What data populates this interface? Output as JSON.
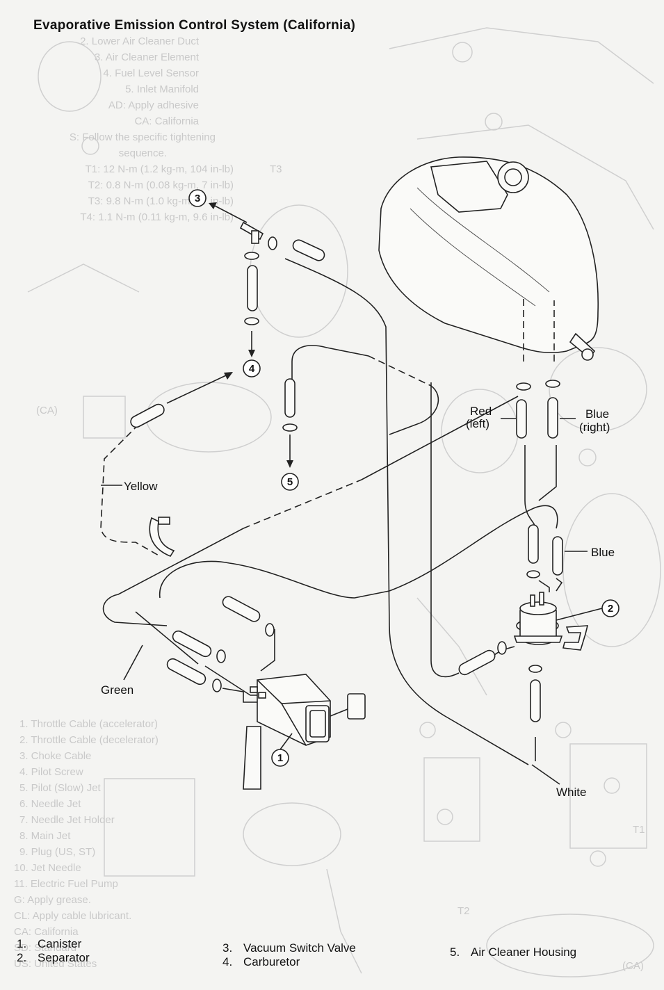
{
  "title": "Evaporative Emission Control System (California)",
  "hose_labels": {
    "red_left_1": "Red",
    "red_left_2": "(left)",
    "blue_right_1": "Blue",
    "blue_right_2": "(right)",
    "yellow": "Yellow",
    "blue": "Blue",
    "green": "Green",
    "white": "White"
  },
  "callouts": [
    "1",
    "2",
    "3",
    "4",
    "5"
  ],
  "legend": {
    "col1": [
      {
        "num": "1.",
        "label": "Canister"
      },
      {
        "num": "2.",
        "label": "Separator"
      }
    ],
    "col2": [
      {
        "num": "3.",
        "label": "Vacuum Switch Valve"
      },
      {
        "num": "4.",
        "label": "Carburetor"
      }
    ],
    "col3": [
      {
        "num": "5.",
        "label": "Air Cleaner Housing"
      }
    ]
  },
  "background_text": {
    "top_list": [
      "2.  Lower Air Cleaner Duct",
      "3.  Air Cleaner Element",
      "4.  Fuel Level Sensor",
      "5.  Inlet Manifold",
      "AD: Apply adhesive",
      "CA: California",
      "S:  Follow the specific tightening",
      "sequence.",
      "T1:  12 N-m (1.2 kg-m, 104 in-lb)",
      "T2:  0.8 N-m (0.08 kg-m, 7 in-lb)",
      "T3:  9.8 N-m (1.0 kg-m, 87 in-lb)",
      "T4:  1.1 N-m (0.11 kg-m, 9.6 in-lb)"
    ],
    "bottom_list": [
      "1.  Throttle Cable (accelerator)",
      "2.  Throttle Cable (decelerator)",
      "3.  Choke Cable",
      "4.  Pilot Screw",
      "5.  Pilot (Slow) Jet",
      "6.  Needle Jet",
      "7.  Needle Jet Holder",
      "8.  Main Jet",
      "9.  Plug (US, ST)",
      "10. Jet Needle",
      "11. Electric Fuel Pump",
      "G:  Apply grease.",
      "CL: Apply cable lubricant.",
      "CA: California",
      "SD: Standard",
      "US: United States"
    ],
    "marks": [
      "(CA)",
      "T3",
      "T2",
      "T1",
      "(CA)"
    ]
  },
  "colors": {
    "paper": "#f4f4f2",
    "ink": "#111111",
    "ghost": "#c9c9c9"
  }
}
